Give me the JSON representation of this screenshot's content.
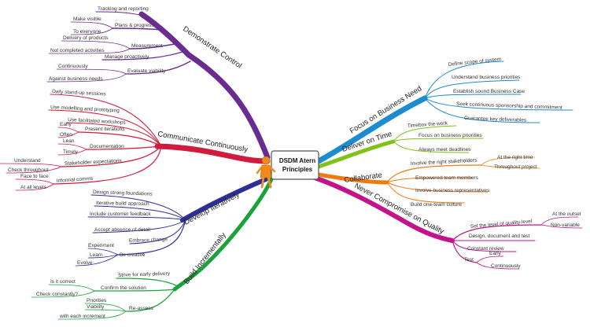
{
  "center": {
    "title_line1": "DSDM Atern",
    "title_line2": "Principles",
    "icon": "person-figure-icon"
  },
  "colors": {
    "demonstrate": "#6a2c91",
    "communicate": "#d11b3c",
    "develop": "#2b2f96",
    "incremental": "#1aa33a",
    "focus": "#1b8ccf",
    "deliver": "#7ec21b",
    "collaborate": "#f07a10",
    "quality": "#c4128a"
  },
  "branches": {
    "demonstrate": {
      "label": "Demonstrate Control",
      "items": {
        "tracking": "Tracking and reporting",
        "plans": "Plans & progress",
        "make_visible": "Make visible",
        "to_everyone": "To everyone",
        "measurement": "Measurement",
        "delivery": "Delivery of products",
        "not_completed": "Not completed activities",
        "manage": "Manage proactively",
        "evaluate": "Evaluate viability",
        "continuously": "Continuously",
        "against": "Against business needs"
      }
    },
    "communicate": {
      "label": "Communicate Continuously",
      "items": {
        "daily": "Daily stand-up sessions",
        "modelling": "Use modelling and prototyping",
        "workshops": "Use facilitated workshops",
        "present": "Present iterations",
        "early": "Early",
        "often": "Often",
        "documentation": "Documentation",
        "lean": "Lean",
        "timely": "Timely",
        "stakeholder": "Stakeholder expectations",
        "understand": "Understand",
        "check": "Check throughout",
        "informal": "Informal comms",
        "face": "Face to face",
        "levels": "At all levels"
      }
    },
    "develop": {
      "label": "Develop Iteratively",
      "items": {
        "foundations": "Design strong foundations",
        "iterative": "Iterative build approach",
        "feedback": "Include customer feedback",
        "absence": "Accept absence of detail",
        "embrace": "Embrace change",
        "creative": "Be creative",
        "experiment": "Experiment",
        "learn": "Learn",
        "evolve": "Evolve"
      }
    },
    "incremental": {
      "label": "Build Incrementally",
      "items": {
        "strive": "Strive for early delivery",
        "confirm": "Confirm the solution",
        "correct": "Is it correct",
        "check_const": "Check constantly?",
        "reassess": "Re-assess",
        "priorities": "Priorities",
        "viability": "Viability",
        "each": "with each increment"
      }
    },
    "focus": {
      "label": "Focus on Business Need",
      "items": {
        "scope": "Define scope of system",
        "priorities": "Understand business priorities",
        "case": "Establish sound Business Case",
        "sponsorship": "Seek continuous sponsorship and commitment",
        "guarantee": "Guarantee key deliverables"
      }
    },
    "deliver": {
      "label": "Deliver on Time",
      "items": {
        "timebox": "Timebox the work",
        "focus_prio": "Focus on business priorities",
        "deadlines": "Always meet deadlines"
      }
    },
    "collaborate": {
      "label": "Collaborate",
      "items": {
        "involve": "Involve the right stakeholders",
        "right_time": "At the right time",
        "throughout": "Throughout project",
        "empowered": "Empowered team members",
        "reps": "Involve business representatives",
        "culture": "Build one-team culture"
      }
    },
    "quality": {
      "label": "Never Compromise on Quality",
      "items": {
        "set_level": "Set the level of quality level",
        "outset": "At the outset",
        "non_variable": "Non-variable",
        "design": "Design, document and test",
        "review": "Constant review",
        "test": "Test",
        "early": "Early",
        "continuously": "Continuously"
      }
    }
  }
}
